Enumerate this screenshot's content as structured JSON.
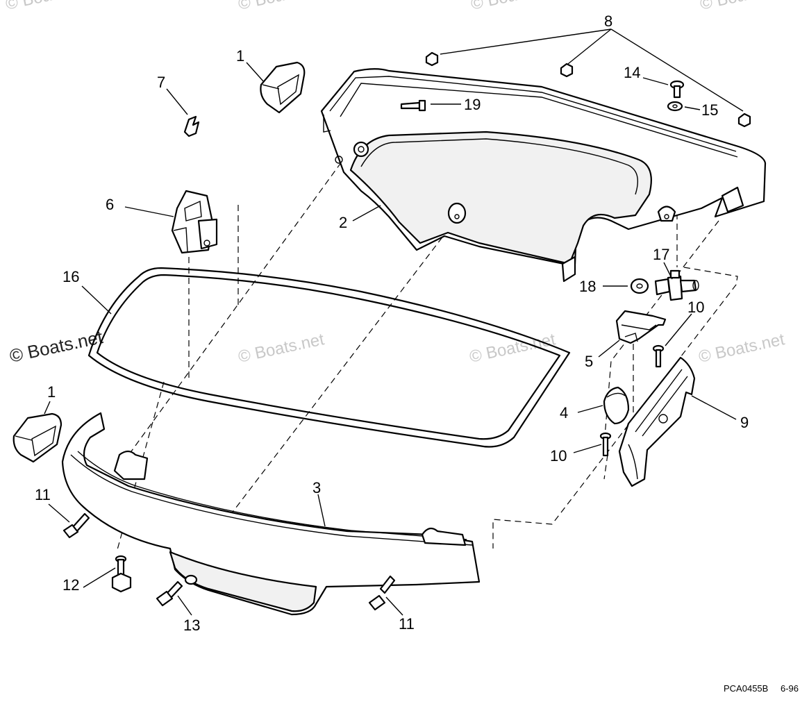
{
  "callouts": [
    {
      "id": "1a",
      "text": "1"
    },
    {
      "id": "1b",
      "text": "1"
    },
    {
      "id": "2",
      "text": "2"
    },
    {
      "id": "3",
      "text": "3"
    },
    {
      "id": "4",
      "text": "4"
    },
    {
      "id": "5",
      "text": "5"
    },
    {
      "id": "6",
      "text": "6"
    },
    {
      "id": "7",
      "text": "7"
    },
    {
      "id": "8",
      "text": "8"
    },
    {
      "id": "9",
      "text": "9"
    },
    {
      "id": "10a",
      "text": "10"
    },
    {
      "id": "10b",
      "text": "10"
    },
    {
      "id": "11a",
      "text": "11"
    },
    {
      "id": "11b",
      "text": "11"
    },
    {
      "id": "12",
      "text": "12"
    },
    {
      "id": "13",
      "text": "13"
    },
    {
      "id": "14",
      "text": "14"
    },
    {
      "id": "15",
      "text": "15"
    },
    {
      "id": "16",
      "text": "16"
    },
    {
      "id": "17",
      "text": "17"
    },
    {
      "id": "18",
      "text": "18"
    },
    {
      "id": "19",
      "text": "19"
    }
  ],
  "watermark": {
    "main": "© Boats.net",
    "faint": "© Boats.net",
    "top": "© Boa"
  },
  "footer": {
    "code": "PCA0455B",
    "date": "6-96"
  }
}
